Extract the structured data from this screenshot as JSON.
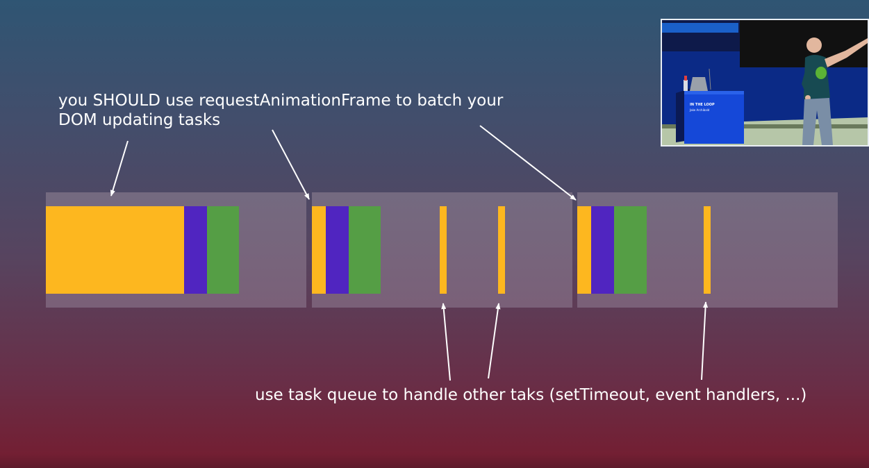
{
  "captions": {
    "top_line1": "you SHOULD use requestAnimationFrame to batch your",
    "top_line2": "DOM updating tasks",
    "bottom": "use task queue to handle other taks (setTimeout, event handlers, ...)"
  },
  "video": {
    "screen_label_line1": "IN THE LOOP",
    "screen_label_line2": "Jake Archibald"
  },
  "colors": {
    "frame": "#746a80",
    "long_task": "#fdb71f",
    "raf_callback": "#fdb71f",
    "style_calc": "#5025c0",
    "paint": "#559e45",
    "task": "#fdb71f",
    "arrow": "#ffffff"
  },
  "frames": [
    {
      "blocks": [
        "long_task",
        "style_calc",
        "paint"
      ]
    },
    {
      "blocks": [
        "raf_callback",
        "style_calc",
        "paint",
        "task",
        "task"
      ]
    },
    {
      "blocks": [
        "raf_callback",
        "style_calc",
        "paint",
        "task"
      ]
    }
  ]
}
